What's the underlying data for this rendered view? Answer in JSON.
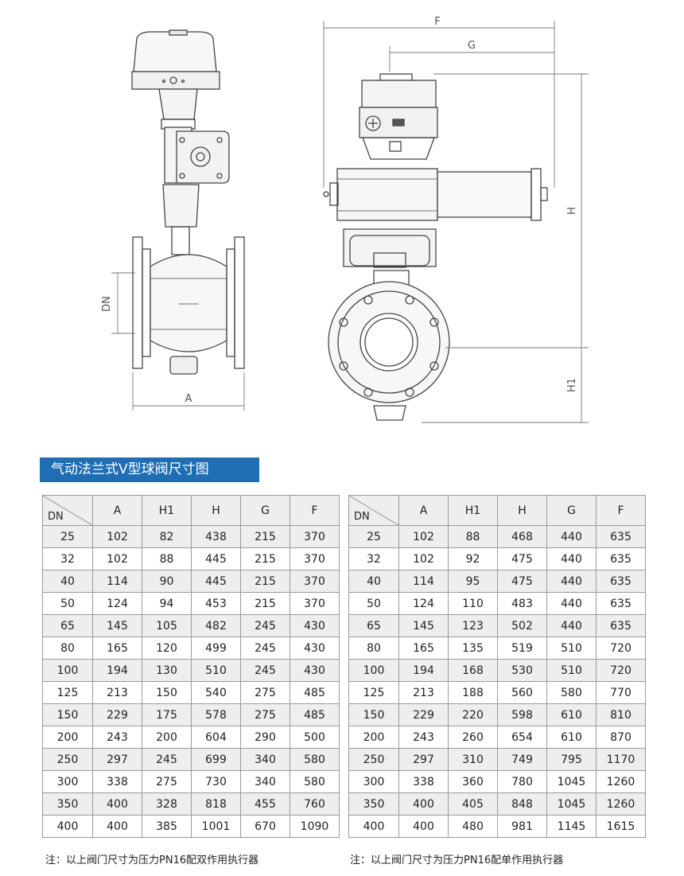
{
  "drawing": {
    "left_labels": {
      "dn": "DN",
      "a": "A"
    },
    "right_labels": {
      "f": "F",
      "g": "G",
      "h": "H",
      "h1": "H1"
    }
  },
  "title": "气动法兰式V型球阀尺寸图",
  "table_left": {
    "headers": [
      "DN",
      "A",
      "H1",
      "H",
      "G",
      "F"
    ],
    "rows": [
      [
        "25",
        "102",
        "82",
        "438",
        "215",
        "370"
      ],
      [
        "32",
        "102",
        "88",
        "445",
        "215",
        "370"
      ],
      [
        "40",
        "114",
        "90",
        "445",
        "215",
        "370"
      ],
      [
        "50",
        "124",
        "94",
        "453",
        "215",
        "370"
      ],
      [
        "65",
        "145",
        "105",
        "482",
        "245",
        "430"
      ],
      [
        "80",
        "165",
        "120",
        "499",
        "245",
        "430"
      ],
      [
        "100",
        "194",
        "130",
        "510",
        "245",
        "430"
      ],
      [
        "125",
        "213",
        "150",
        "540",
        "275",
        "485"
      ],
      [
        "150",
        "229",
        "175",
        "578",
        "275",
        "485"
      ],
      [
        "200",
        "243",
        "200",
        "604",
        "290",
        "500"
      ],
      [
        "250",
        "297",
        "245",
        "699",
        "340",
        "580"
      ],
      [
        "300",
        "338",
        "275",
        "730",
        "340",
        "580"
      ],
      [
        "350",
        "400",
        "328",
        "818",
        "455",
        "760"
      ],
      [
        "400",
        "400",
        "385",
        "1001",
        "670",
        "1090"
      ]
    ],
    "note": "注：以上阀门尺寸为压力PN16配双作用执行器"
  },
  "table_right": {
    "headers": [
      "DN",
      "A",
      "H1",
      "H",
      "G",
      "F"
    ],
    "rows": [
      [
        "25",
        "102",
        "88",
        "468",
        "440",
        "635"
      ],
      [
        "32",
        "102",
        "92",
        "475",
        "440",
        "635"
      ],
      [
        "40",
        "114",
        "95",
        "475",
        "440",
        "635"
      ],
      [
        "50",
        "124",
        "110",
        "483",
        "440",
        "635"
      ],
      [
        "65",
        "145",
        "123",
        "502",
        "440",
        "635"
      ],
      [
        "80",
        "165",
        "135",
        "519",
        "510",
        "720"
      ],
      [
        "100",
        "194",
        "168",
        "530",
        "510",
        "720"
      ],
      [
        "125",
        "213",
        "188",
        "560",
        "580",
        "770"
      ],
      [
        "150",
        "229",
        "220",
        "598",
        "610",
        "810"
      ],
      [
        "200",
        "243",
        "260",
        "654",
        "610",
        "870"
      ],
      [
        "250",
        "297",
        "310",
        "749",
        "795",
        "1170"
      ],
      [
        "300",
        "338",
        "360",
        "780",
        "1045",
        "1260"
      ],
      [
        "350",
        "400",
        "405",
        "848",
        "1045",
        "1260"
      ],
      [
        "400",
        "400",
        "480",
        "981",
        "1145",
        "1615"
      ]
    ],
    "note": "注：以上阀门尺寸为压力PN16配单作用执行器"
  }
}
